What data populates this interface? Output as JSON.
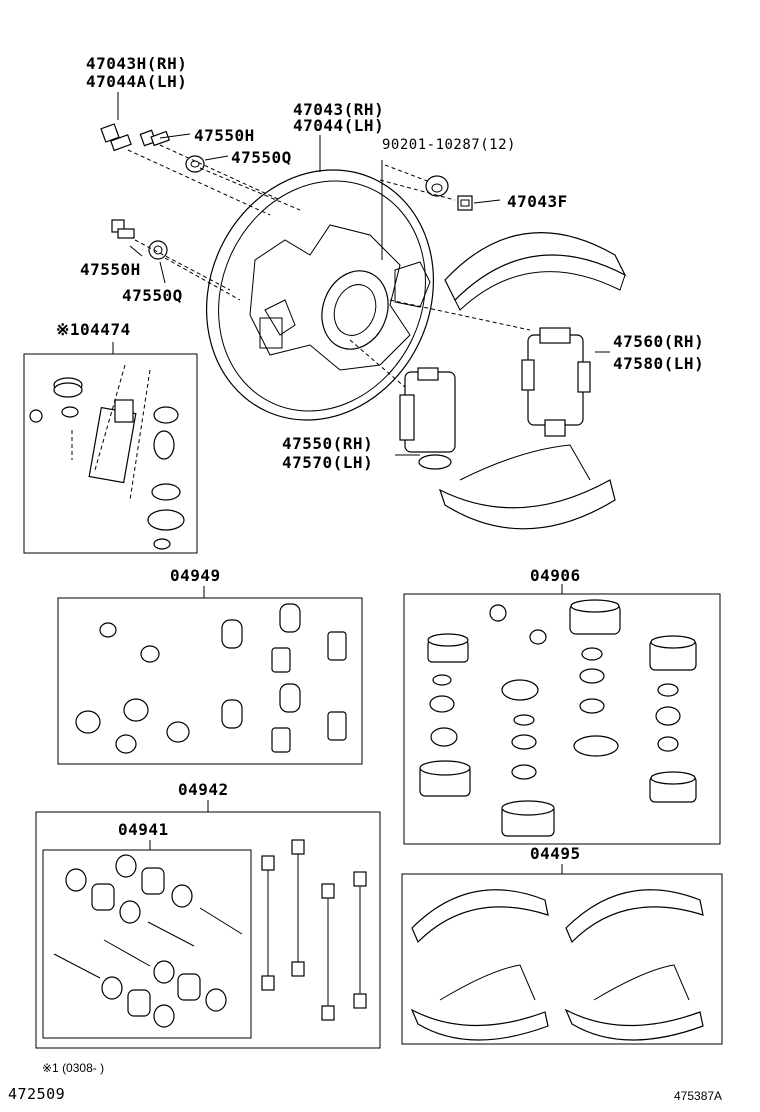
{
  "labels": {
    "p47043h": "47043H(RH)",
    "p47044a": "47044A(LH)",
    "p47043": "47043(RH)",
    "p47044": "47044(LH)",
    "p47550h_top": "47550H",
    "p47550q_top": "47550Q",
    "p90201": "90201-10287(12)",
    "p47043f": "47043F",
    "p47550h_mid": "47550H",
    "p47550q_mid": "47550Q",
    "p04474": "※104474",
    "p47560": "47560(RH)",
    "p47580": "47580(LH)",
    "p47550rh": "47550(RH)",
    "p47570": "47570(LH)",
    "p04949": "04949",
    "p04906": "04906",
    "p04942": "04942",
    "p04941": "04941",
    "p04495": "04495"
  },
  "footnote": "※1  (0308-      )",
  "diagram_id": "472509",
  "figure_id": "475387A"
}
